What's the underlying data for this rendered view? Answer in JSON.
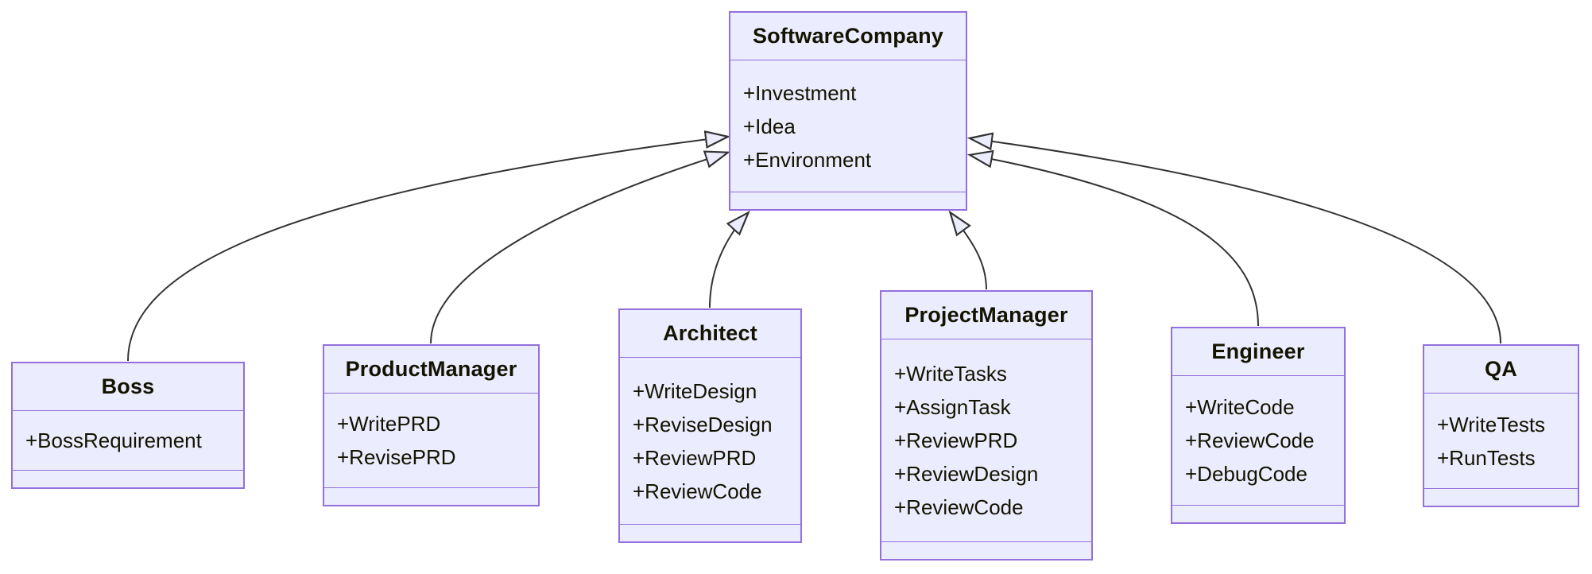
{
  "diagram": {
    "kind": "uml-class-diagram",
    "relation_type": "inheritance"
  },
  "colors": {
    "node_fill": "#ECECFF",
    "node_border": "#9370DB",
    "divider": "#9370DB",
    "text": "#131300",
    "edge_stroke": "#333333",
    "arrowhead_fill": "#ECECFF",
    "background": "#ffffff"
  },
  "classes": [
    {
      "id": "software-company",
      "name": "SoftwareCompany",
      "members": [
        "+Investment",
        "+Idea",
        "+Environment"
      ]
    },
    {
      "id": "boss",
      "name": "Boss",
      "members": [
        "+BossRequirement"
      ]
    },
    {
      "id": "product-manager",
      "name": "ProductManager",
      "members": [
        "+WritePRD",
        "+RevisePRD"
      ]
    },
    {
      "id": "architect",
      "name": "Architect",
      "members": [
        "+WriteDesign",
        "+ReviseDesign",
        "+ReviewPRD",
        "+ReviewCode"
      ]
    },
    {
      "id": "project-manager",
      "name": "ProjectManager",
      "members": [
        "+WriteTasks",
        "+AssignTask",
        "+ReviewPRD",
        "+ReviewDesign",
        "+ReviewCode"
      ]
    },
    {
      "id": "engineer",
      "name": "Engineer",
      "members": [
        "+WriteCode",
        "+ReviewCode",
        "+DebugCode"
      ]
    },
    {
      "id": "qa",
      "name": "QA",
      "members": [
        "+WriteTests",
        "+RunTests"
      ]
    }
  ],
  "edges": [
    {
      "from": "Boss",
      "to": "SoftwareCompany",
      "type": "inheritance"
    },
    {
      "from": "ProductManager",
      "to": "SoftwareCompany",
      "type": "inheritance"
    },
    {
      "from": "Architect",
      "to": "SoftwareCompany",
      "type": "inheritance"
    },
    {
      "from": "ProjectManager",
      "to": "SoftwareCompany",
      "type": "inheritance"
    },
    {
      "from": "Engineer",
      "to": "SoftwareCompany",
      "type": "inheritance"
    },
    {
      "from": "QA",
      "to": "SoftwareCompany",
      "type": "inheritance"
    }
  ]
}
